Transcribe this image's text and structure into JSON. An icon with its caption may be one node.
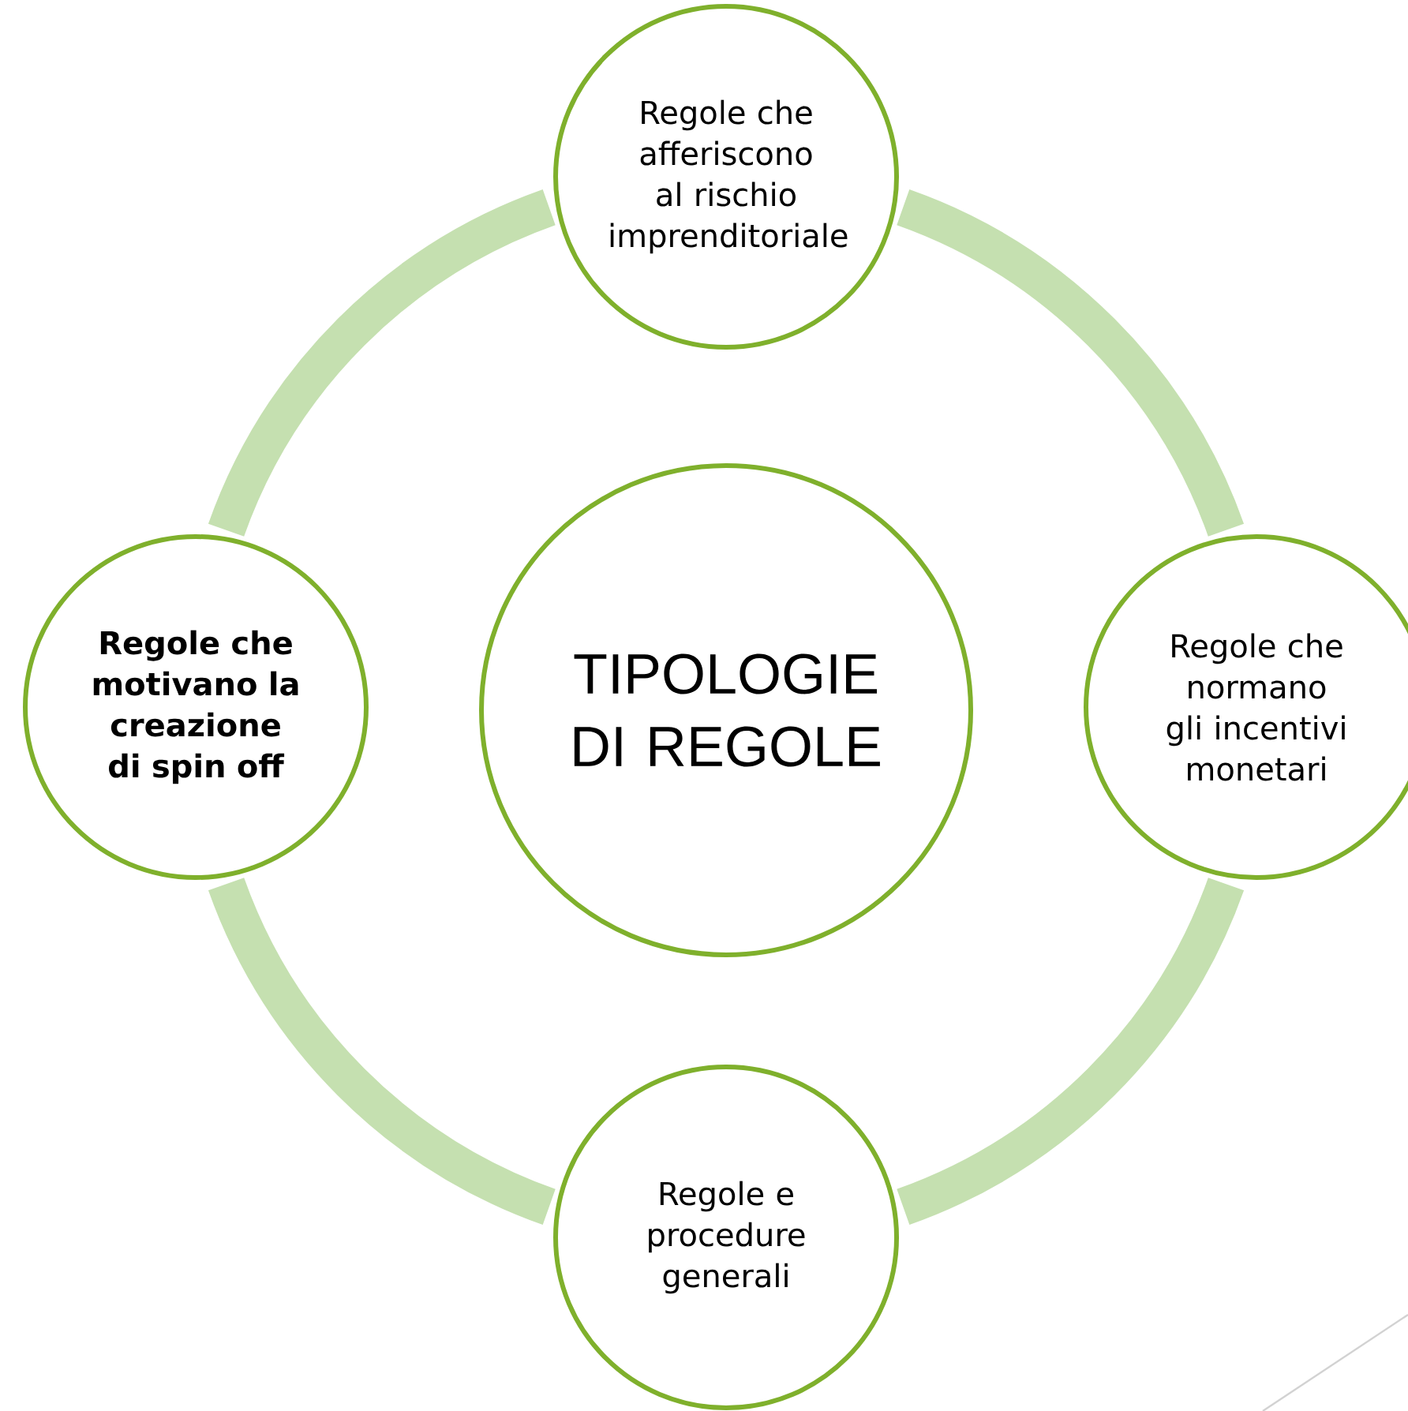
{
  "diagram": {
    "nodes": [
      {
        "text": [
          "TIPOLOGIE DI REGOLE"
        ]
      },
      {
        "text": [
          "Regole che afferiscono al rischio imprenditoriale"
        ]
      },
      {
        "text": [
          "Regole che normano gli incentivi monetari"
        ]
      },
      {
        "text": [
          "Regole e procedure generali"
        ]
      },
      {
        "text": [
          "Regole che motivano la creazione di spin off"
        ]
      }
    ],
    "edges": [
      {
        "from": 1,
        "to": 2,
        "arrow": "none"
      },
      {
        "from": 2,
        "to": 3,
        "arrow": "none"
      },
      {
        "from": 3,
        "to": 4,
        "arrow": "none"
      },
      {
        "from": 4,
        "to": 1,
        "arrow": "none"
      }
    ]
  }
}
